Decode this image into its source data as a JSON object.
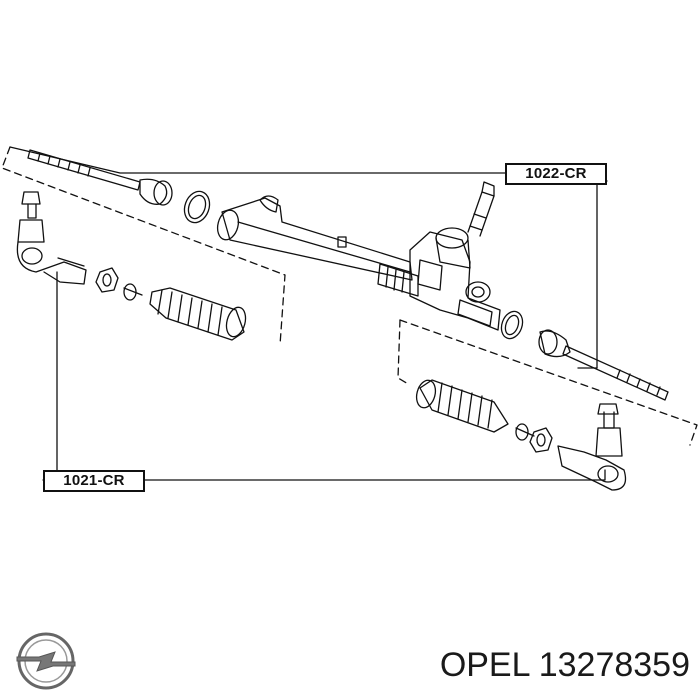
{
  "callouts": {
    "upper": "1022-CR",
    "lower": "1021-CR"
  },
  "caption": {
    "brand": "OPEL",
    "part_number": "13278359"
  },
  "logo": {
    "icon": "opel-blitz-logo-icon"
  },
  "colors": {
    "line": "#111111",
    "background": "#ffffff"
  }
}
